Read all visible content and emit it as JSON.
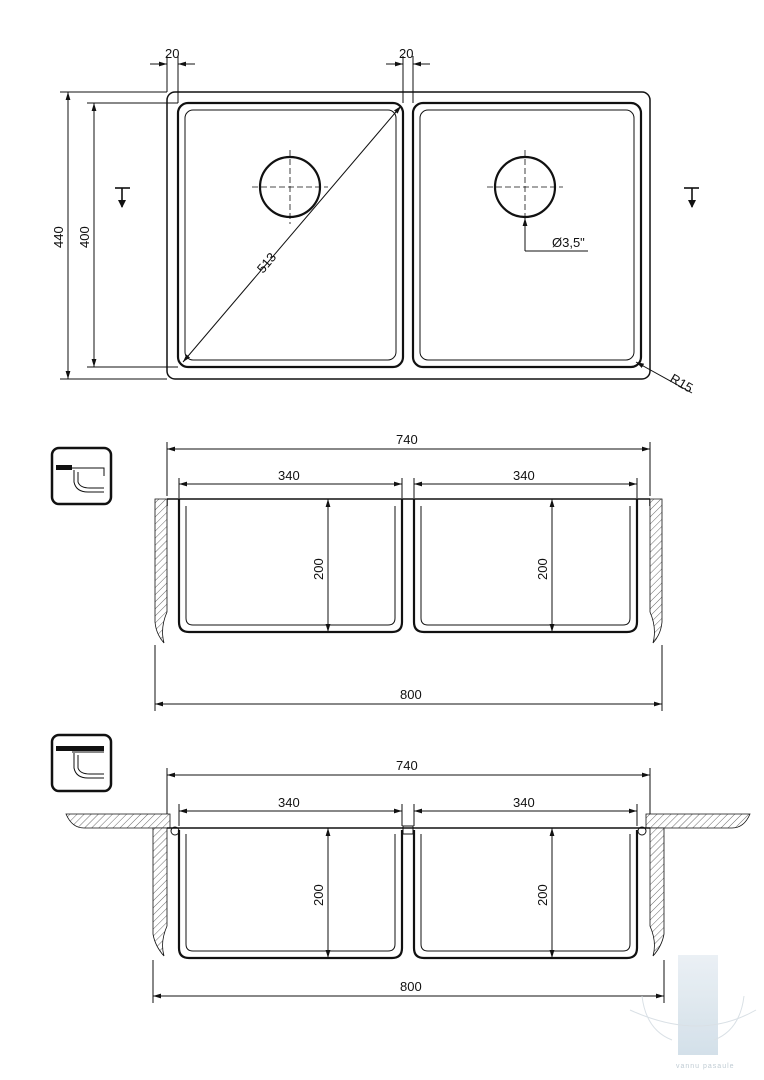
{
  "top_view": {
    "dim_top_left": "20",
    "dim_top_middle": "20",
    "dim_height_outer": "440",
    "dim_height_inner": "400",
    "dim_diagonal": "513",
    "dim_drain": "Ø3,5\"",
    "dim_radius": "R15"
  },
  "section_flush": {
    "dim_inner_width": "740",
    "dim_left_bowl": "340",
    "dim_right_bowl": "340",
    "dim_left_depth": "200",
    "dim_right_depth": "200",
    "dim_outer_width": "800"
  },
  "section_undermount": {
    "dim_inner_width": "740",
    "dim_left_bowl": "340",
    "dim_right_bowl": "340",
    "dim_left_depth": "200",
    "dim_right_depth": "200",
    "dim_outer_width": "800"
  },
  "watermark": {
    "text": "vannu pasaule"
  },
  "colors": {
    "line": "#111111",
    "watermark": "#b9c6cf",
    "background": "#ffffff"
  }
}
